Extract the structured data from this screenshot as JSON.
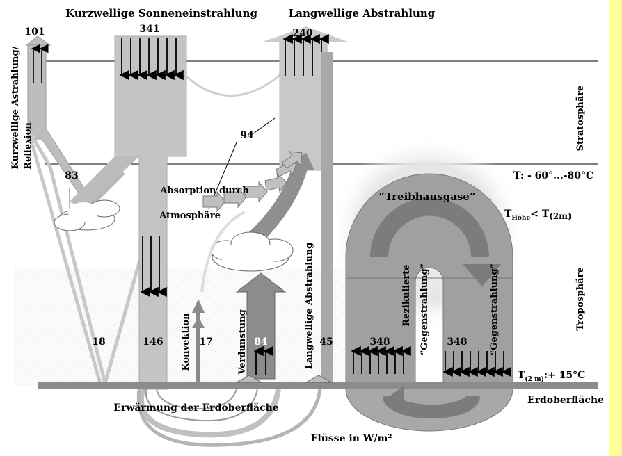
{
  "title": "Kurzwellige Sonneneinstrahlung",
  "longwave_title": "Langwellige Abstrahlung",
  "colors": {
    "accent_bar": "#ffff99",
    "flow_light": "#c8c8c8",
    "flow_mid": "#a6a6a6",
    "flow_dark": "#8a8a8a",
    "line": "#000000"
  },
  "labels": {
    "reflexion_line1": "Kurzwellige Astrahlung/",
    "reflexion_line2": "Reflexion",
    "stratosphere": "Stratosphäre",
    "troposphere": "Troposphäre",
    "t_high": "T: - 60°...-80°C",
    "greenhouse": "“Treibhausgase”",
    "t_hoehe_base": "T",
    "t_hoehe_sub": "Höhe",
    "t_hoehe_lt": "< T",
    "t_hoehe_sub2": "(2m)",
    "absorption_line1": "Absorption durch",
    "absorption_line2": "Atmosphäre",
    "konvektion": "Konvektion",
    "verdunstung": "Verdunstung",
    "longwave_vertical": "Langwellige Abstrahlung",
    "rezikulierte": "Rezikulierte",
    "gegenstrahlung_1": "“Gegenstrahlung”",
    "gegenstrahlung_2": "“Gegenstrahlung”",
    "t_2m_base": "T",
    "t_2m_sub": "(2 m)",
    "t_2m_value": ":+ 15°C",
    "ground_warming": "Erwärmung der Erdoberfläche",
    "earth_surface": "Erdoberfläche",
    "flux_unit": "Flüsse in W/m²"
  },
  "values": {
    "reflected": "101",
    "incoming": "341",
    "outgoing": "240",
    "absorbed_atmosphere": "94",
    "cloud_reflection": "83",
    "surface_reflection": "18",
    "surface_absorbed": "146",
    "convection": "17",
    "evaporation": "84",
    "window": "45",
    "surface_emission": "348",
    "back_radiation": "348"
  }
}
